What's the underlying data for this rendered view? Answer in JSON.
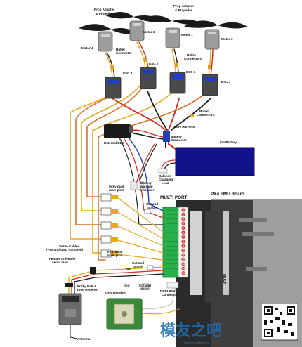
{
  "labels": {
    "prop_adapter_1": "Prop Adapter",
    "prop_adapter_2": "Prop Adapter",
    "propeller_1": "& Propeller",
    "propeller_2": "& Propeller",
    "motor_1": "Motor 1",
    "motor_2": "Motor 2",
    "motor_3": "Motor 3",
    "motor_4": "Motor 4",
    "bullet_1": "Bullet",
    "bullet_1b": "Connector",
    "bullet_2": "Bullet",
    "bullet_2b": "Connectors",
    "bullet_3": "Bullet",
    "bullet_3b": "Connectors",
    "esc_1": "ESC 1",
    "esc_2": "ESC 2",
    "esc_3": "ESC 3",
    "esc_4": "ESC 4",
    "wire_harness": "Wire Harness",
    "battery_connector_1": "Battery",
    "battery_connector_2": "Connector",
    "lipo_battery": "Lipo Battery",
    "external_bec": "External BEC",
    "balance_1": "Balance",
    "balance_2": "Charging",
    "balance_3": "Lead",
    "battery_warning_1": "Battery",
    "battery_warning_2": "warning",
    "battery_warning_3": "indicator",
    "individual_male_1": "Individual",
    "individual_male_2": "male pins",
    "individual_male_3": "Individual",
    "individual_male_4": "male pins",
    "multi_port": "MULTI PORT",
    "px4_board": "PX4 FMU Board",
    "cut_solder_1": "Cut and",
    "cut_solder_2": "Solder",
    "cut_solder_3": "Cut and",
    "cut_solder_4": "Solder",
    "cut_solder_5": "Cut and",
    "cut_solder_6": "Solder",
    "servo_cables_1": "Servo Cables",
    "servo_cables_2": "(+5v and GND not used)",
    "female_servo_1": "Female to female",
    "female_servo_2": "servo lead",
    "df13_1": "DF13 PX4",
    "df13_2": "Connector",
    "v5": "+5v",
    "gnd": "gnd",
    "gps_receiver": "GPS Receiver",
    "frsky_1": "FrSky D4R-II",
    "frsky_2": "PPM Receiver",
    "antenna": "Antenna",
    "multi_vertical": "MULTI",
    "watermark_main": "模友之吧",
    "watermark_site": "www.moz8.com"
  },
  "port_numbers": [
    "1",
    "2",
    "3",
    "4",
    "5",
    "6",
    "7",
    "8",
    "9",
    "10",
    "11",
    "12",
    "13",
    "14",
    "15"
  ],
  "colors": {
    "wire_yellow": "#e8a81c",
    "wire_orange": "#d9702a",
    "wire_red": "#d42a1e",
    "wire_black": "#1a1a1a",
    "wire_blue": "#1d3fb8",
    "wire_white": "#f2f2f2",
    "esc_body": "#4a4a4a",
    "motor_grey": "#9c9c9c",
    "lipo_blue": "#12128a",
    "board_dark": "#2b2b2b",
    "port_green": "#29b04a",
    "pin_red": "#e33b2b",
    "watermark_blue": "#1f6fb0"
  }
}
